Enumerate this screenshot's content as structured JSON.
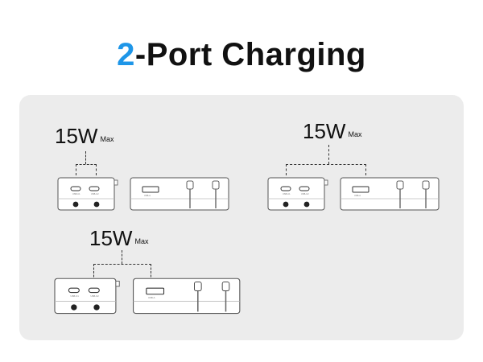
{
  "title": {
    "accent": "2",
    "rest": "-Port Charging"
  },
  "configs": [
    {
      "watt": "15W",
      "max": "Max",
      "ports": [
        "USB-C1",
        "USB-C2"
      ],
      "usb_a": "USB-A"
    },
    {
      "watt": "15W",
      "max": "Max",
      "ports": [
        "USB-C1",
        "USB-C2"
      ],
      "usb_a": "USB-A"
    },
    {
      "watt": "15W",
      "max": "Max",
      "ports": [
        "USB-C1",
        "USB-C2"
      ],
      "usb_a": "USB-A"
    }
  ],
  "colors": {
    "accent": "#1e96e8",
    "panel": "#ececec"
  }
}
